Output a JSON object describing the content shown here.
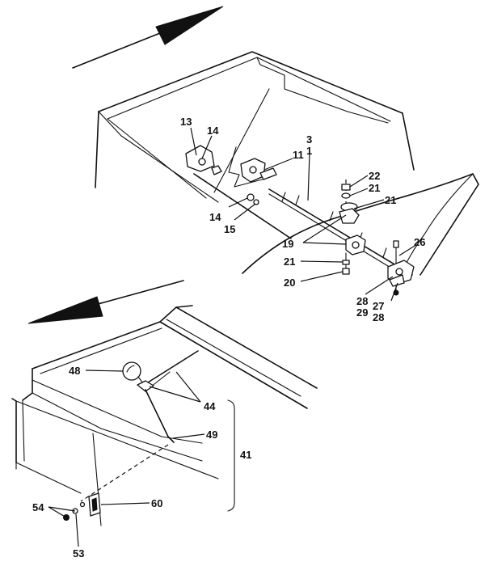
{
  "callouts": {
    "c13": "13",
    "c14a": "14",
    "c11": "11",
    "c3": "3",
    "c1": "1",
    "c22": "22",
    "c21a": "21",
    "c21b": "21",
    "c14b": "14",
    "c15": "15",
    "c19": "19",
    "c21c": "21",
    "c20": "20",
    "c26": "26",
    "c28a": "28",
    "c29": "29",
    "c27": "27",
    "c28b": "28",
    "c48": "48",
    "c44": "44",
    "c49": "49",
    "c41": "41",
    "c60": "60",
    "c54": "54",
    "c53": "53"
  },
  "icons": {
    "direction_arrow_top": "arrow-up-right",
    "direction_arrow_bottom": "arrow-down-left"
  }
}
